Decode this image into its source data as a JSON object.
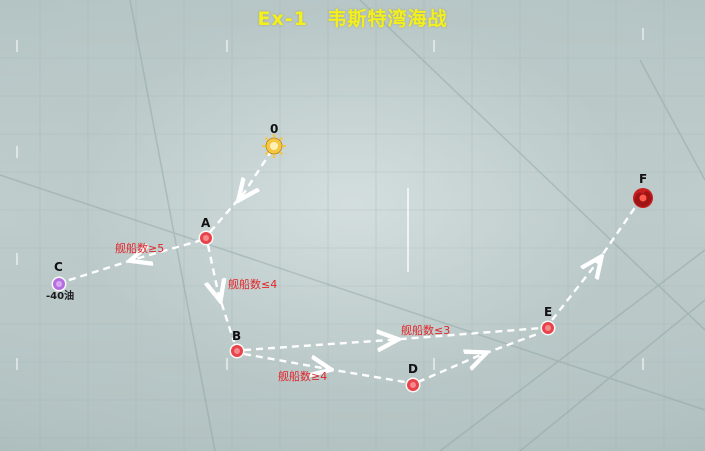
{
  "map": {
    "code": "Ex-1",
    "name": "韦斯特湾海战"
  },
  "nodes": [
    {
      "id": "0",
      "label": "0",
      "type": "start",
      "color": "#f2c12e"
    },
    {
      "id": "A",
      "label": "A",
      "type": "enemy",
      "color": "#e8434b"
    },
    {
      "id": "B",
      "label": "B",
      "type": "enemy",
      "color": "#e8434b"
    },
    {
      "id": "C",
      "label": "C",
      "type": "resource-loss",
      "color": "#b56ee0",
      "sub": "-40油"
    },
    {
      "id": "D",
      "label": "D",
      "type": "enemy",
      "color": "#e8434b"
    },
    {
      "id": "E",
      "label": "E",
      "type": "enemy",
      "color": "#e8434b"
    },
    {
      "id": "F",
      "label": "F",
      "type": "boss",
      "color": "#c8201e"
    }
  ],
  "routes": [
    {
      "from": "0",
      "to": "A",
      "condition": ""
    },
    {
      "from": "A",
      "to": "C",
      "condition": "舰船数≥5"
    },
    {
      "from": "A",
      "to": "B",
      "condition": "舰船数≤4"
    },
    {
      "from": "B",
      "to": "E",
      "condition": "舰船数≤3"
    },
    {
      "from": "B",
      "to": "D",
      "condition": "舰船数≥4"
    },
    {
      "from": "D",
      "to": "E",
      "condition": ""
    },
    {
      "from": "E",
      "to": "F",
      "condition": ""
    }
  ],
  "colors": {
    "title": "#f3f01c",
    "route": "#ffffff",
    "condition_text": "#e0262a"
  }
}
